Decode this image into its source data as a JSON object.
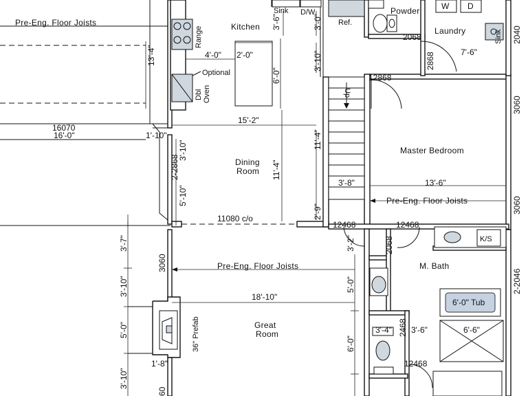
{
  "rooms": {
    "kitchen": "Kitchen",
    "powder": "Powder",
    "laundry": "Laundry",
    "dining_1": "Dining",
    "dining_2": "Room",
    "master_bedroom": "Master Bedroom",
    "m_bath": "M. Bath",
    "great_1": "Great",
    "great_2": "Room"
  },
  "fixtures": {
    "sink_kitchen": "Sink",
    "dw": "D/W",
    "ref": "Ref.",
    "range": "Range",
    "optional": "Optional",
    "dbl_oven_1": "Dbl",
    "dbl_oven_2": "Oven",
    "laundry_sink": "Sink",
    "washer": "W",
    "dryer": "D",
    "up": "Up",
    "ks": "K/S",
    "tub": "6'-0\" Tub",
    "prefab": "36\" Prefab"
  },
  "notes": {
    "joists_top": "Pre-Eng. Floor Joists",
    "joists_master": "Pre-Eng. Floor Joists",
    "joists_great": "Pre-Eng. Floor Joists",
    "header": "11080 c/o"
  },
  "dimensions": {
    "d_3_4a": "13'-4\"",
    "d_16070": "16070",
    "d_16_0": "16'-0\"",
    "d_1_10": "1'-10\"",
    "d_3_6k": "3'-6\"",
    "d_3_0": "3'-0\"",
    "d_4_0": "4'-0\"",
    "d_2_0": "2'-0\"",
    "d_6_0k": "6'-0\"",
    "d_3_10k": "3'-10\"",
    "d_2068a": "2068",
    "d_2868a": "2868",
    "d_7_6": "7'-6\"",
    "d_2040": "2040",
    "d_2868b": "12868",
    "d_15_2": "15'-2\"",
    "d_3_10d": "3'-10\"",
    "d_2_2868": "2-2868",
    "d_11_4a": "11'-4\"",
    "d_11_4b": "11'-4\"",
    "d_3060a": "3060",
    "d_5_10": "5'-10\"",
    "d_3_8": "3'-8\"",
    "d_13_6": "13'-6\"",
    "d_3060b": "3060",
    "d_2_9": "2'-9\"",
    "d_12468a": "12468",
    "d_12468b": "12468",
    "d_3_2": "3'-2\"",
    "d_2068b": "2068",
    "d_3_7": "3'-7\"",
    "d_3060c": "3060",
    "d_3_10g": "3'-10\"",
    "d_5_0a": "5'-0\"",
    "d_2_2046": "2-2046",
    "d_18_10": "18'-10\"",
    "d_5_0g": "5'-0\"",
    "d_6_0b": "6'-0\"",
    "d_3_4b": "3'-4\"",
    "d_3_6b": "3'-6\"",
    "d_6_6": "6'-6\"",
    "d_2468a": "2468",
    "d_2468b": "12468",
    "d_1_8": "1'-8\"",
    "d_3_10b": "3'-10\"",
    "d_60": "60"
  }
}
